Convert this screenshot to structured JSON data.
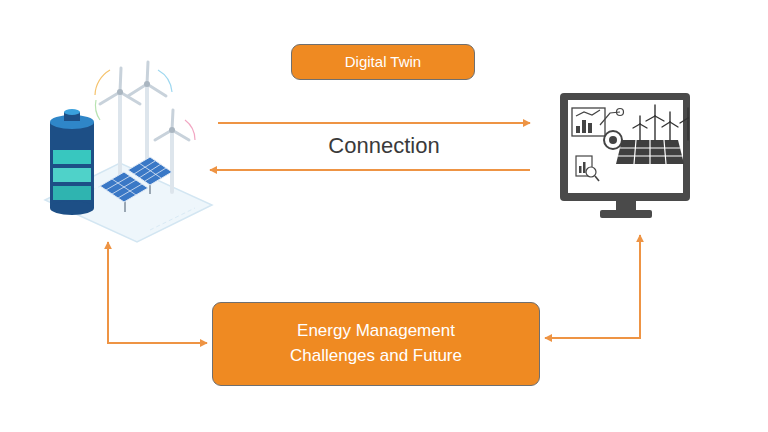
{
  "diagram": {
    "nodes": [
      {
        "text": [
          "Digital Twin"
        ]
      },
      {
        "text": [
          "Energy Management Challenges and Future"
        ]
      }
    ],
    "labels": [
      "Connection"
    ]
  }
}
